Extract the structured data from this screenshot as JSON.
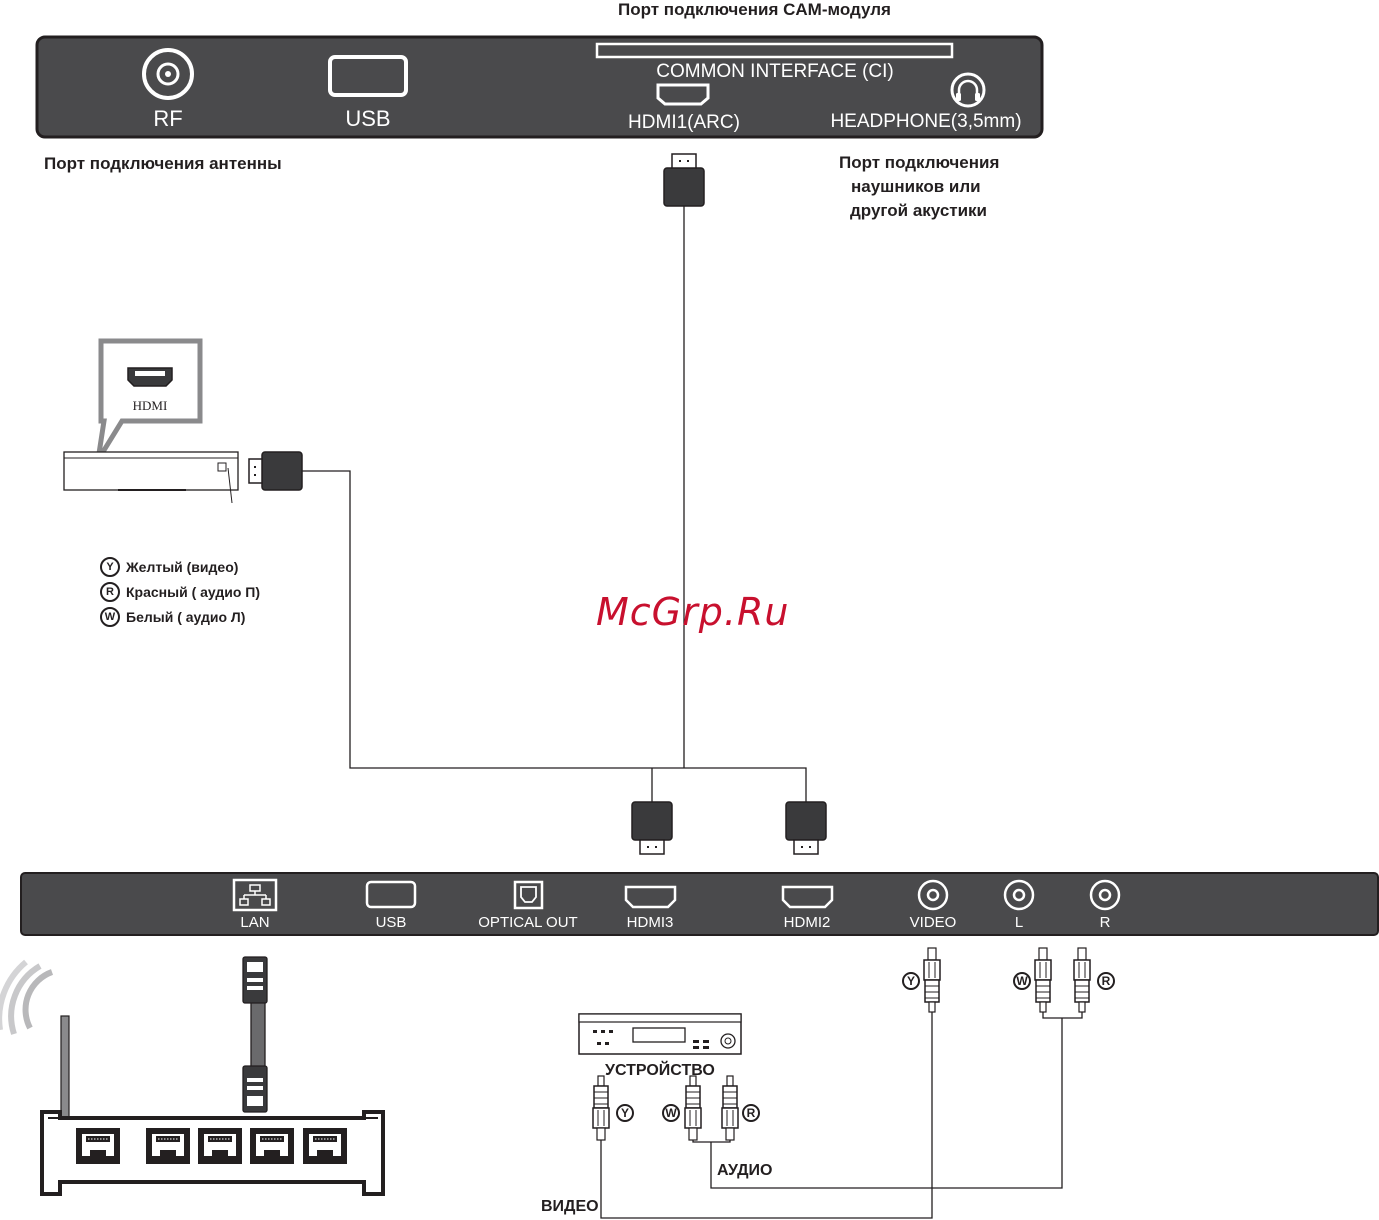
{
  "top_panel": {
    "rf": "RF",
    "usb": "USB",
    "ci": "COMMON INTERFACE (CI)",
    "hdmi1": "HDMI1(ARC)",
    "headphone": "HEADPHONE(3,5mm)"
  },
  "callouts": {
    "cam_port": "Порт подключения CAM-модуля",
    "antenna_port": "Порт подключения антенны",
    "headphone_port_1": "Порт подключения",
    "headphone_port_2": "наушников или",
    "headphone_port_3": "другой акустики"
  },
  "source_device": {
    "bubble_label": "HDMI"
  },
  "legend": [
    {
      "code": "Y",
      "text": "Желтый (видео)"
    },
    {
      "code": "R",
      "text": "Красный ( аудио П)"
    },
    {
      "code": "W",
      "text": "Белый ( аудио Л)"
    }
  ],
  "watermark": "McGrp.Ru",
  "bottom_panel": {
    "lan": "LAN",
    "usb": "USB",
    "optical": "OPTICAL OUT",
    "hdmi3": "HDMI3",
    "hdmi2": "HDMI2",
    "video": "VIDEO",
    "l": "L",
    "r": "R"
  },
  "av_device": {
    "device_label": "УСТРОЙСТВО",
    "audio_label": "АУДИО",
    "video_label": "ВИДЕО"
  },
  "plug_codes": {
    "y": "Y",
    "w": "W",
    "r": "R"
  },
  "colors": {
    "panel": "#4a4a4c",
    "connector": "#3a3a3c",
    "line": "#231f20",
    "watermark": "#c8102e"
  }
}
